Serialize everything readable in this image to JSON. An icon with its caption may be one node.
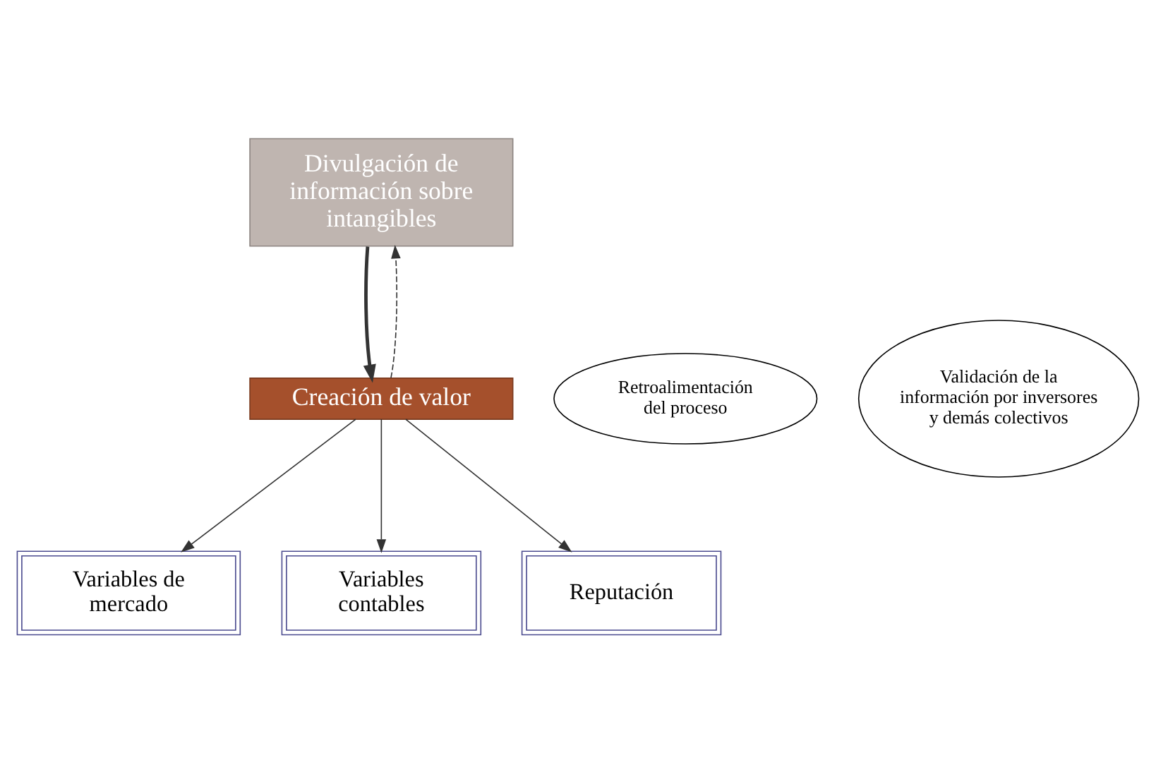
{
  "diagram": {
    "nodes": [
      {
        "text": [
          "Divulgación de información sobre intangibles"
        ]
      },
      {
        "text": [
          "Creación de valor"
        ]
      },
      {
        "text": [
          "Variables de mercado"
        ]
      },
      {
        "text": [
          "Variables contables"
        ]
      },
      {
        "text": [
          "Reputación"
        ]
      },
      {
        "text": [
          "Retroalimentación del proceso"
        ]
      },
      {
        "text": [
          "Validación de la información por inversores y demás colectivos"
        ]
      }
    ],
    "edges": [
      {
        "from": 0,
        "to": 1,
        "arrow": "to",
        "style": "thick"
      },
      {
        "from": 1,
        "to": 0,
        "arrow": "to",
        "style": "dashed"
      },
      {
        "from": 1,
        "to": 2,
        "arrow": "to"
      },
      {
        "from": 1,
        "to": 3,
        "arrow": "to"
      },
      {
        "from": 1,
        "to": 4,
        "arrow": "to"
      }
    ]
  }
}
